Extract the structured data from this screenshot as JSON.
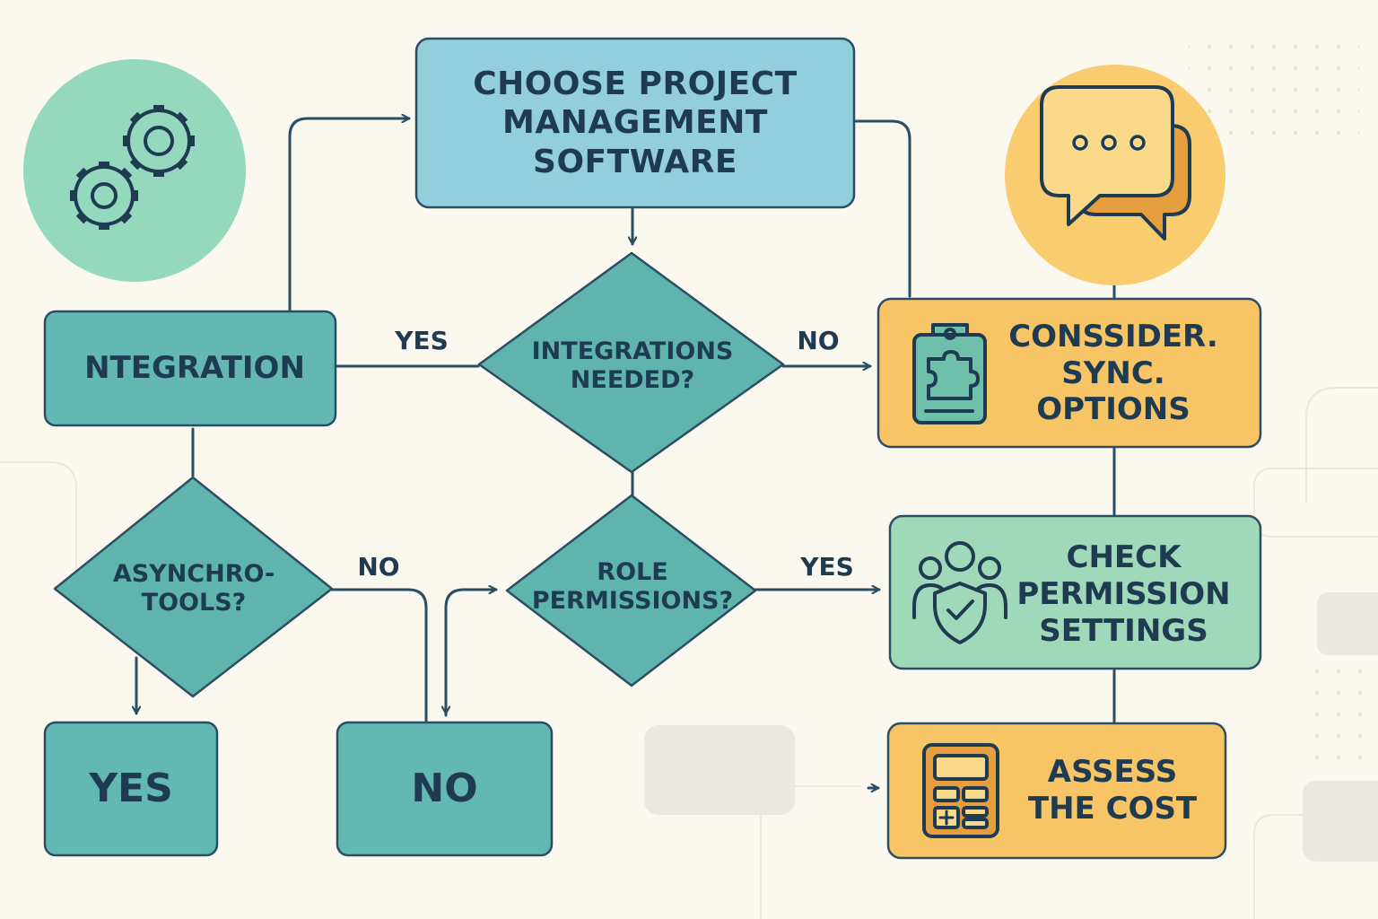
{
  "colors": {
    "background": "#fbf8f0",
    "teal_box": "#63b8b4",
    "teal_diamond": "#5fb4ae",
    "blue_box": "#92cedb",
    "amber_box": "#f7c466",
    "green_box": "#9fd9b9",
    "outline": "#2b4e63",
    "text": "#1f3b52",
    "accent_orange": "#e59f3e"
  },
  "nodes": {
    "choose_software": "CHOOSE PROJECT\nMANAGEMENT\nSOFTWARE",
    "integration": "NTEGRATION",
    "integrations_needed": "INTEGRATIONS\nNEEDED?",
    "consider_sync": "CONSSIDER.\nSYNC.\nOPTIONS",
    "asynchro_tools": "ASYNCHRO-\nTOOLS?",
    "role_permissions": "ROLE\nPERMISSIONS?",
    "check_permission": "CHECK\nPERMISSION\nSETTINGS",
    "yes_box": "YES",
    "no_box": "NO",
    "assess_cost": "ASSESS\nTHE COST"
  },
  "edges": {
    "integration_yes": "YES",
    "integrations_no": "NO",
    "asynchro_no": "NO",
    "role_yes": "YES"
  },
  "icons": {
    "gears": "gears-icon",
    "chat": "chat-bubbles-icon",
    "clipboard": "clipboard-puzzle-icon",
    "team": "team-check-icon",
    "calculator": "calculator-icon"
  }
}
